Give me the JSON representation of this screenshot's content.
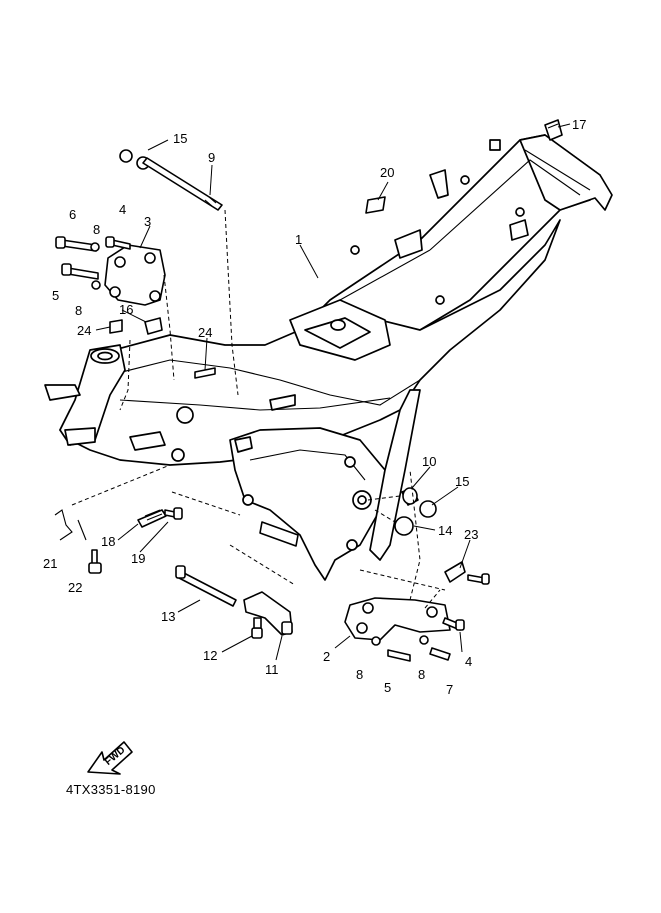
{
  "diagram": {
    "drawing_code": "4TX3351-8190",
    "fwd_label": "FWD",
    "callouts": {
      "c1": "1",
      "c2": "2",
      "c3": "3",
      "c4_top": "4",
      "c4_bottom": "4",
      "c5_left": "5",
      "c5_bottom": "5",
      "c6": "6",
      "c7": "7",
      "c8_upper": "8",
      "c8_lower": "8",
      "c8_bottom_a": "8",
      "c8_bottom_b": "8",
      "c9": "9",
      "c10": "10",
      "c11": "11",
      "c12": "12",
      "c13": "13",
      "c14": "14",
      "c15_top": "15",
      "c15_right": "15",
      "c16": "16",
      "c17": "17",
      "c18": "18",
      "c19": "19",
      "c20": "20",
      "c21": "21",
      "c22": "22",
      "c23": "23",
      "c24_left": "24",
      "c24_center": "24"
    }
  }
}
